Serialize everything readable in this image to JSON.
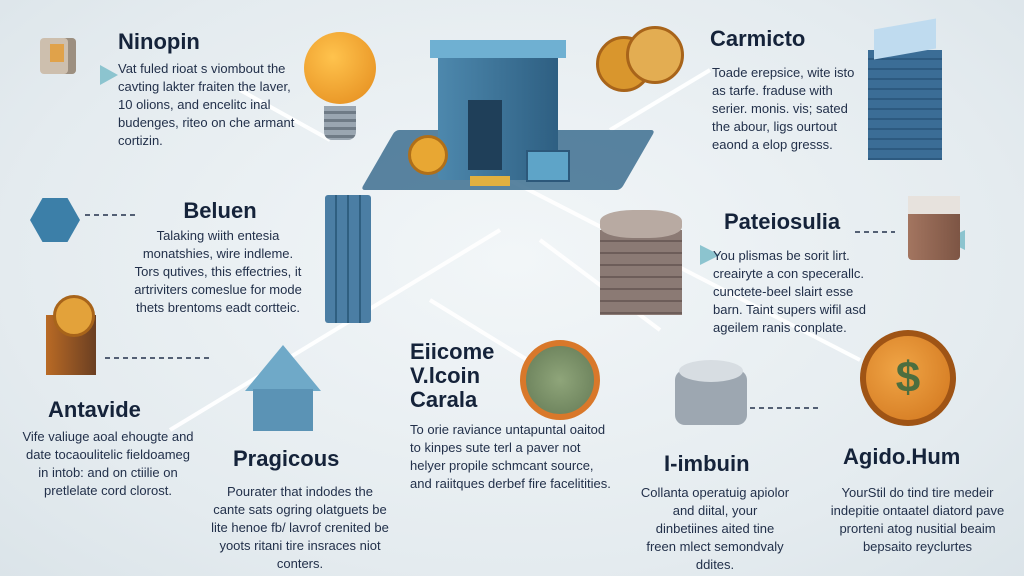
{
  "sections": [
    {
      "title": "Ninopin",
      "body": "Vat fuled rioat s viombout the cavting lakter fraiten the laver, 10 olions, and encelitc inal budenges, riteo on che armant cortizin."
    },
    {
      "title": "Carmicto",
      "body": "Toade erepsice, wite isto as tarfe. fraduse with serier. monis. vis; sated the abour, ligs ourtout eaond a elop gresss."
    },
    {
      "title": "Beluen",
      "body": "Talaking wiith entesia monatshies, wire indleme. Tors qutives, this effectries, it artriviters comeslue for mode thets brentoms eadt cortteic."
    },
    {
      "title": "Pateiosulia",
      "body": "You plismas be sorit lirt. creairyte a con specerallc. cunctete-beel slairt esse barn. Taint supers wifil asd ageilem ranis conplate."
    },
    {
      "title": "Antavide",
      "body": "Vife valiuge aoal ehougte and date tocaoulitelic fieldoameg in intob: and on ctiilie on pretlelate cord clorost."
    },
    {
      "title": "Pragicous",
      "body": "Pourater that indodes the cante sats ogring olatguets be lite henoe fb/ lavrof crenited be yoots ritani tire insraces niot conters."
    },
    {
      "title": "Eiicome V.lcoin Carala",
      "body": "To orie raviance untapuntal oaitod to kinpes sute terl a paver not helyer propile schmcant source, and raiitques derbef fire facelitities."
    },
    {
      "title": "I-imbuin",
      "body": "Collanta operatuig apiolor and diital, your dinbetiines aited tine freen mlect semondvaly ddites."
    },
    {
      "title": "Agido.Hum",
      "body": "YourStil do tind tire medeir indepitie ontaatel diatord pave prorteni atog nusitial beaim bepsaito reyclurtes"
    }
  ],
  "colors": {
    "background": "#e6edf1",
    "accent": "#4a8fb0",
    "coin": "#e08a2a"
  }
}
